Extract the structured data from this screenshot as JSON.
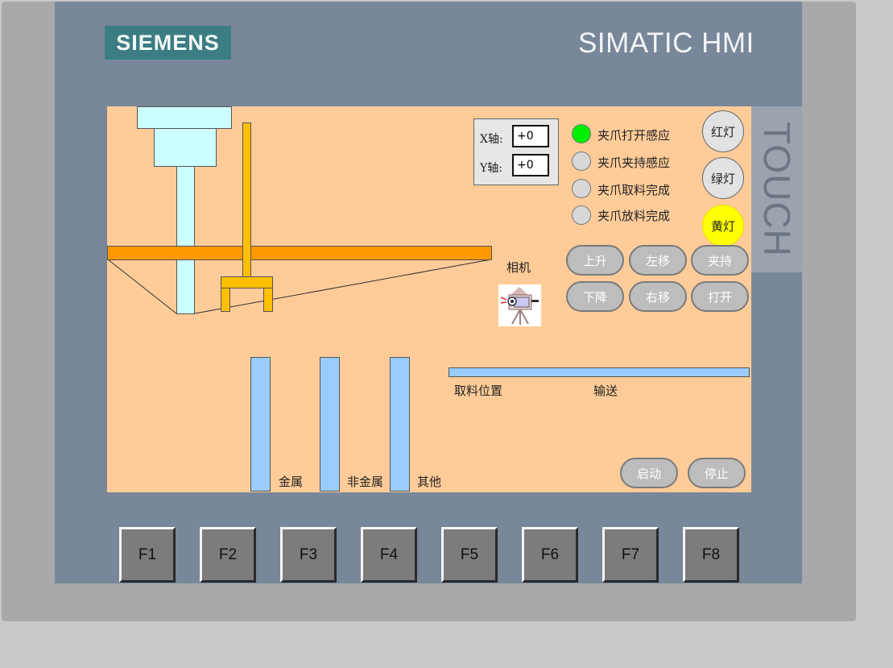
{
  "brand": {
    "logo": "SIEMENS",
    "product": "SIMATIC HMI",
    "touch": "TOUCH"
  },
  "axes": {
    "x_label": "X轴:",
    "x_value": "+0",
    "y_label": "Y轴:",
    "y_value": "+0"
  },
  "indicators": [
    {
      "label": "夹爪打开感应",
      "active": true
    },
    {
      "label": "夹爪夹持感应",
      "active": false
    },
    {
      "label": "夹爪取料完成",
      "active": false
    },
    {
      "label": "夹爪放料完成",
      "active": false
    }
  ],
  "lamps": {
    "red": "红灯",
    "green": "绿灯",
    "yellow": "黄灯"
  },
  "colors": {
    "indicator_on": "#00ee00",
    "indicator_off": "#d8d8d8",
    "lamp_yellow_on": "#ffff00",
    "screen_bg": "#ffcc99"
  },
  "controls": {
    "up": "上升",
    "left": "左移",
    "clamp": "夹持",
    "down": "下降",
    "right": "右移",
    "open": "打开",
    "start": "启动",
    "stop": "停止"
  },
  "labels": {
    "camera": "相机",
    "metal": "金属",
    "nonmetal": "非金属",
    "other": "其他",
    "pickup": "取料位置",
    "conveyor": "输送"
  },
  "icons": {
    "camera": "camera-icon"
  },
  "function_keys": [
    "F1",
    "F2",
    "F3",
    "F4",
    "F5",
    "F6",
    "F7",
    "F8"
  ]
}
